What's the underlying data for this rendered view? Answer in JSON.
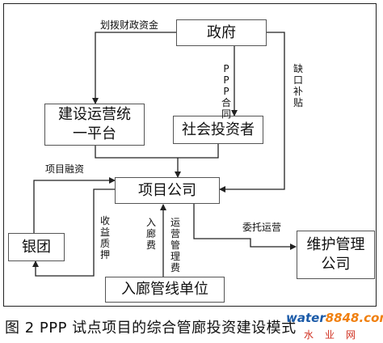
{
  "nodes": {
    "government": "政府",
    "platform": "建设运营统\n一平台",
    "investor": "社会投资者",
    "project_company": "项目公司",
    "bank": "银团",
    "maintenance": "维护管理\n公司",
    "pipeline_unit": "入廊管线单位"
  },
  "edges": {
    "fund_allocation": "划拨财政资金",
    "ppp_contract": "PPP合同",
    "gap_subsidy": "缺口补贴",
    "project_financing": "项目融资",
    "revenue_pledge": "收益质押",
    "entry_fee": "入廊费",
    "om_fee": "运营管理费",
    "entrusted_operation": "委托运营"
  },
  "caption": "图 2 PPP 试点项目的综合管廊投资建设模式",
  "watermark": {
    "brand_prefix": "water",
    "brand_suffix": "8848.com",
    "sub": "水业网"
  }
}
